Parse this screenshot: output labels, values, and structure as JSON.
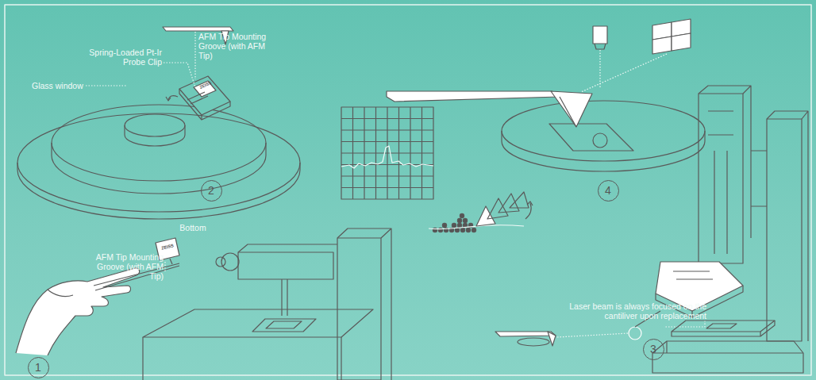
{
  "diagram": {
    "nodes": [
      {
        "text": [
          "2"
        ]
      },
      {
        "text": [
          "4"
        ]
      },
      {
        "text": [
          "1"
        ]
      },
      {
        "text": [
          "3"
        ]
      }
    ],
    "labels": [
      "Spring-Loaded Pt-Ir Probe Clip",
      "AFM Tip Mounting Groove (with AFM Tip)",
      "Glass window",
      "Bottom",
      "ZEISS",
      "AFM Tip Mounting Groove (with AFM Tip)",
      "ZEISS",
      "Laser beam is always focused on the cantiliver upon replacement"
    ]
  }
}
